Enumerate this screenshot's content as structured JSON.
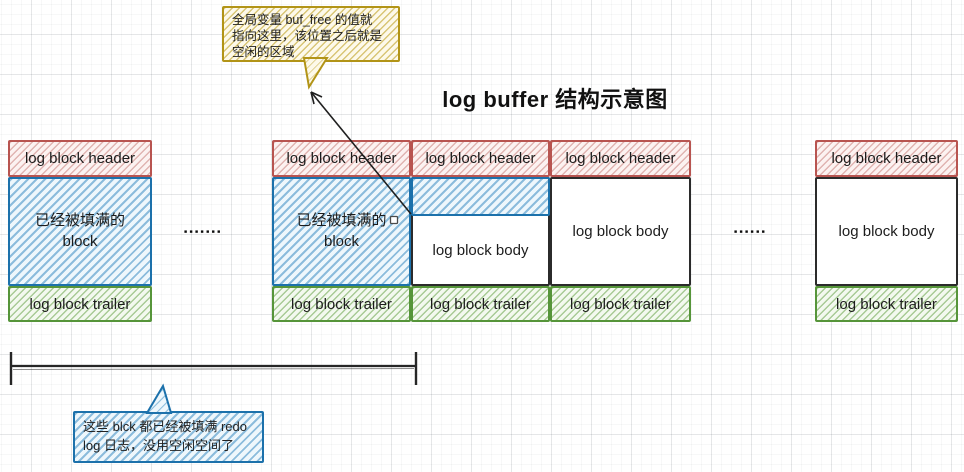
{
  "title": "log buffer 结构示意图",
  "callouts": {
    "buf_free": {
      "text": "全局变量 buf_free 的值就\n指向这里，该位置之后就是\n空闲的区域"
    },
    "filled_note": {
      "text": "这些  blck 都已经被填满 redo\nlog 日志，没用空闲空间了"
    }
  },
  "blocks": [
    {
      "header": "log block header",
      "body_line1": "已经被填满的",
      "body_line2": "block",
      "trailer": "log block trailer",
      "state": "filled"
    },
    {
      "header": "log block header",
      "body_line1": "已经被填满的",
      "body_line2": "block",
      "trailer": "log block trailer",
      "state": "filled"
    },
    {
      "header": "log block header",
      "body": "log block body",
      "trailer": "log block trailer",
      "state": "partially-filled"
    },
    {
      "header": "log block header",
      "body": "log block body",
      "trailer": "log block trailer",
      "state": "empty"
    },
    {
      "header": "log block header",
      "body": "log block body",
      "trailer": "log block trailer",
      "state": "empty"
    }
  ],
  "ellipsis": {
    "left": "■■■■■■■",
    "right": "■■■■■■"
  },
  "colors": {
    "header_border": "#b85450",
    "filled_border": "#1c71ab",
    "trailer_border": "#56953a",
    "yellow_callout_border": "#b29417",
    "blue_callout_border": "#1c71ab",
    "body_border": "#2b2b2b"
  }
}
